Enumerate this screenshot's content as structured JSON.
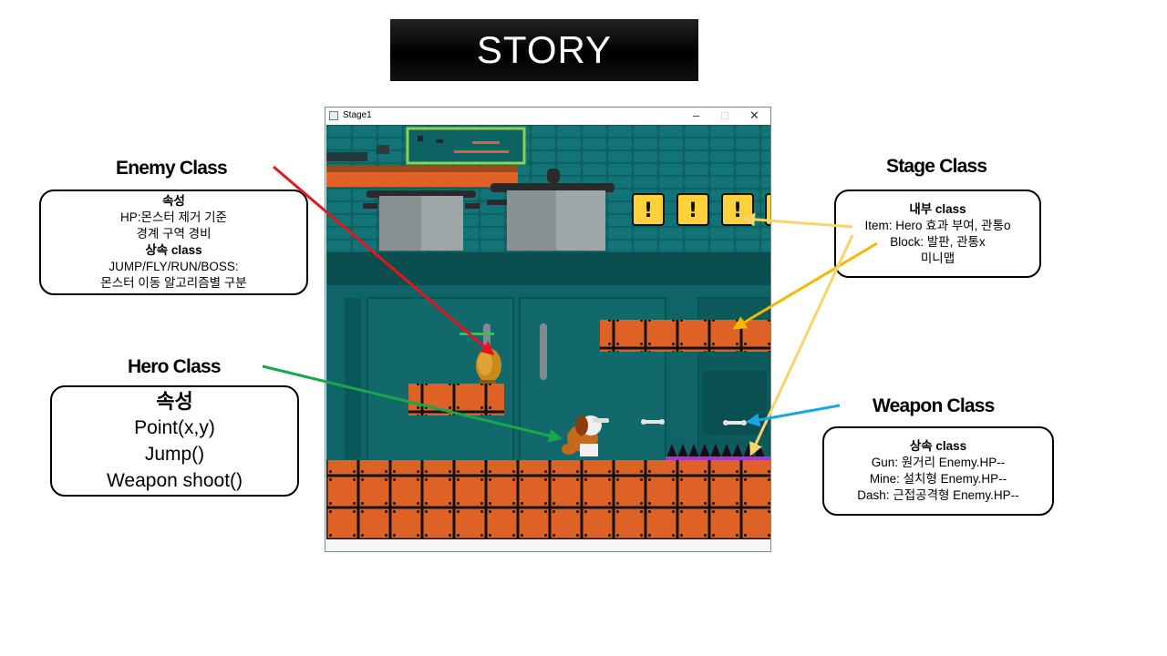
{
  "page": {
    "title": "STORY"
  },
  "window": {
    "title": "Stage1",
    "minimize_glyph": "–",
    "maximize_glyph": "□",
    "close_glyph": "✕"
  },
  "enemy": {
    "heading": "Enemy Class",
    "lines": [
      {
        "text": "속성",
        "bold": true
      },
      {
        "text": "HP:몬스터 제거 기준",
        "bold": false
      },
      {
        "text": "경계 구역 경비",
        "bold": false
      },
      {
        "text": "상속 class",
        "bold": true
      },
      {
        "text": "JUMP/FLY/RUN/BOSS:",
        "bold": false
      },
      {
        "text": "몬스터 이동 알고리즘별 구분",
        "bold": false
      }
    ]
  },
  "hero": {
    "heading": "Hero Class",
    "lines": [
      {
        "text": "속성",
        "bold": true
      },
      {
        "text": "Point(x,y)",
        "bold": false
      },
      {
        "text": "Jump()",
        "bold": false
      },
      {
        "text": "Weapon  shoot()",
        "bold": false
      }
    ]
  },
  "stage": {
    "heading": "Stage Class",
    "lines": [
      {
        "text": "내부 class",
        "bold": true
      },
      {
        "text": "Item: Hero 효과 부여, 관통o",
        "bold": false
      },
      {
        "text": "Block: 발판, 관통x",
        "bold": false
      },
      {
        "text": "미니맵",
        "bold": false
      }
    ]
  },
  "weapon": {
    "heading": "Weapon Class",
    "lines": [
      {
        "text": "상속 class",
        "bold": true
      },
      {
        "text": "Gun: 원거리 Enemy.HP--",
        "bold": false
      },
      {
        "text": "Mine: 설치형 Enemy.HP--",
        "bold": false
      },
      {
        "text": "Dash: 근접공격형 Enemy.HP--",
        "bold": false
      }
    ]
  },
  "colors": {
    "enemy_arrow": "#e8141c",
    "hero_arrow": "#1aa64a",
    "stage_arrow_item": "#f7d56a",
    "stage_arrow_block": "#f5b800",
    "weapon_arrow": "#1aa6e0",
    "brick": "#de6226",
    "wall": "#0c5a5c"
  },
  "icons": {
    "item_block": "exclamation-icon",
    "hero": "dog-hero-sprite",
    "enemy": "enemy-sprite",
    "weapon": "bone-bullet-icon"
  }
}
